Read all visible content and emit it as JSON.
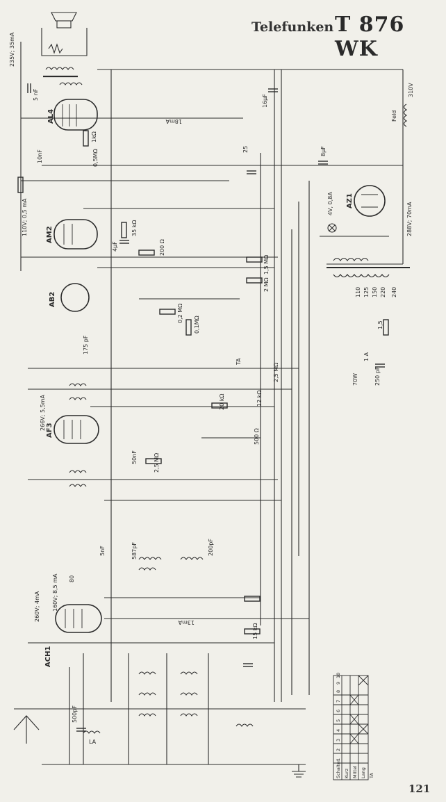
{
  "header": {
    "brand": "Telefunken",
    "model": "T 876 WK"
  },
  "page_number": "121",
  "tubes": [
    {
      "id": "al4",
      "label": "AL4"
    },
    {
      "id": "am2",
      "label": "AM2"
    },
    {
      "id": "ab2",
      "label": "AB2"
    },
    {
      "id": "af3",
      "label": "AF3"
    },
    {
      "id": "ach1",
      "label": "ACH1"
    },
    {
      "id": "az1",
      "label": "AZ1"
    }
  ],
  "labels": {
    "supply_top": "235V; 35mA",
    "al4_current": "18mA",
    "am2_supply": "110V; 0,5 mA",
    "af3_supply": "266V; 5,5mA",
    "ach1_supply": "260V; 4mA",
    "ach1_anode": "160V; 8,5 mA",
    "ach1_current": "13mA",
    "feld": "Feld",
    "feld_voltage": "310V",
    "az1_supply": "288V; 70mA",
    "lamp": "4V, 0,8A",
    "la": "LA",
    "ta": "TA",
    "power": "70W",
    "fuse": "1 A",
    "cap_250pf": "250 pF",
    "r_1_5": "1,5",
    "c_5nf": "5 nF",
    "c_16uf": "16μF",
    "c_8uf": "8μF",
    "c_4uf": "4μF",
    "c_50nf": "50nF",
    "c_587pf": "587pF",
    "c_500pf": "500pF",
    "c_175pf": "175 pF",
    "c_25": "25",
    "c_10nf": "10nF",
    "c_200pf": "200pF",
    "r_1k": "1kΩ",
    "r_05m": "0,5MΩ",
    "r_01m": "0,1MΩ",
    "r_200": "200 Ω",
    "r_35k": "35 kΩ",
    "r_15m": "1,5 MΩ",
    "r_2m": "2 MΩ",
    "r_02m": "0,2 MΩ",
    "r_20k": "20 kΩ",
    "r_12k": "12 kΩ",
    "r_500": "500 Ω",
    "r_25m": "2,5 MΩ",
    "r_15k": "15 kΩ",
    "r_5nf": "5nF",
    "r_80": "80",
    "r_2ll": "2,5 MΩ"
  },
  "transformer_taps": [
    "110",
    "125",
    "150",
    "220",
    "240"
  ],
  "switch_table": {
    "header": [
      "Schalter",
      "1",
      "2",
      "3",
      "4",
      "5",
      "6",
      "7",
      "8",
      "9",
      "10"
    ],
    "rows": [
      "Kurz",
      "Mittel",
      "Lang",
      "TA"
    ]
  }
}
